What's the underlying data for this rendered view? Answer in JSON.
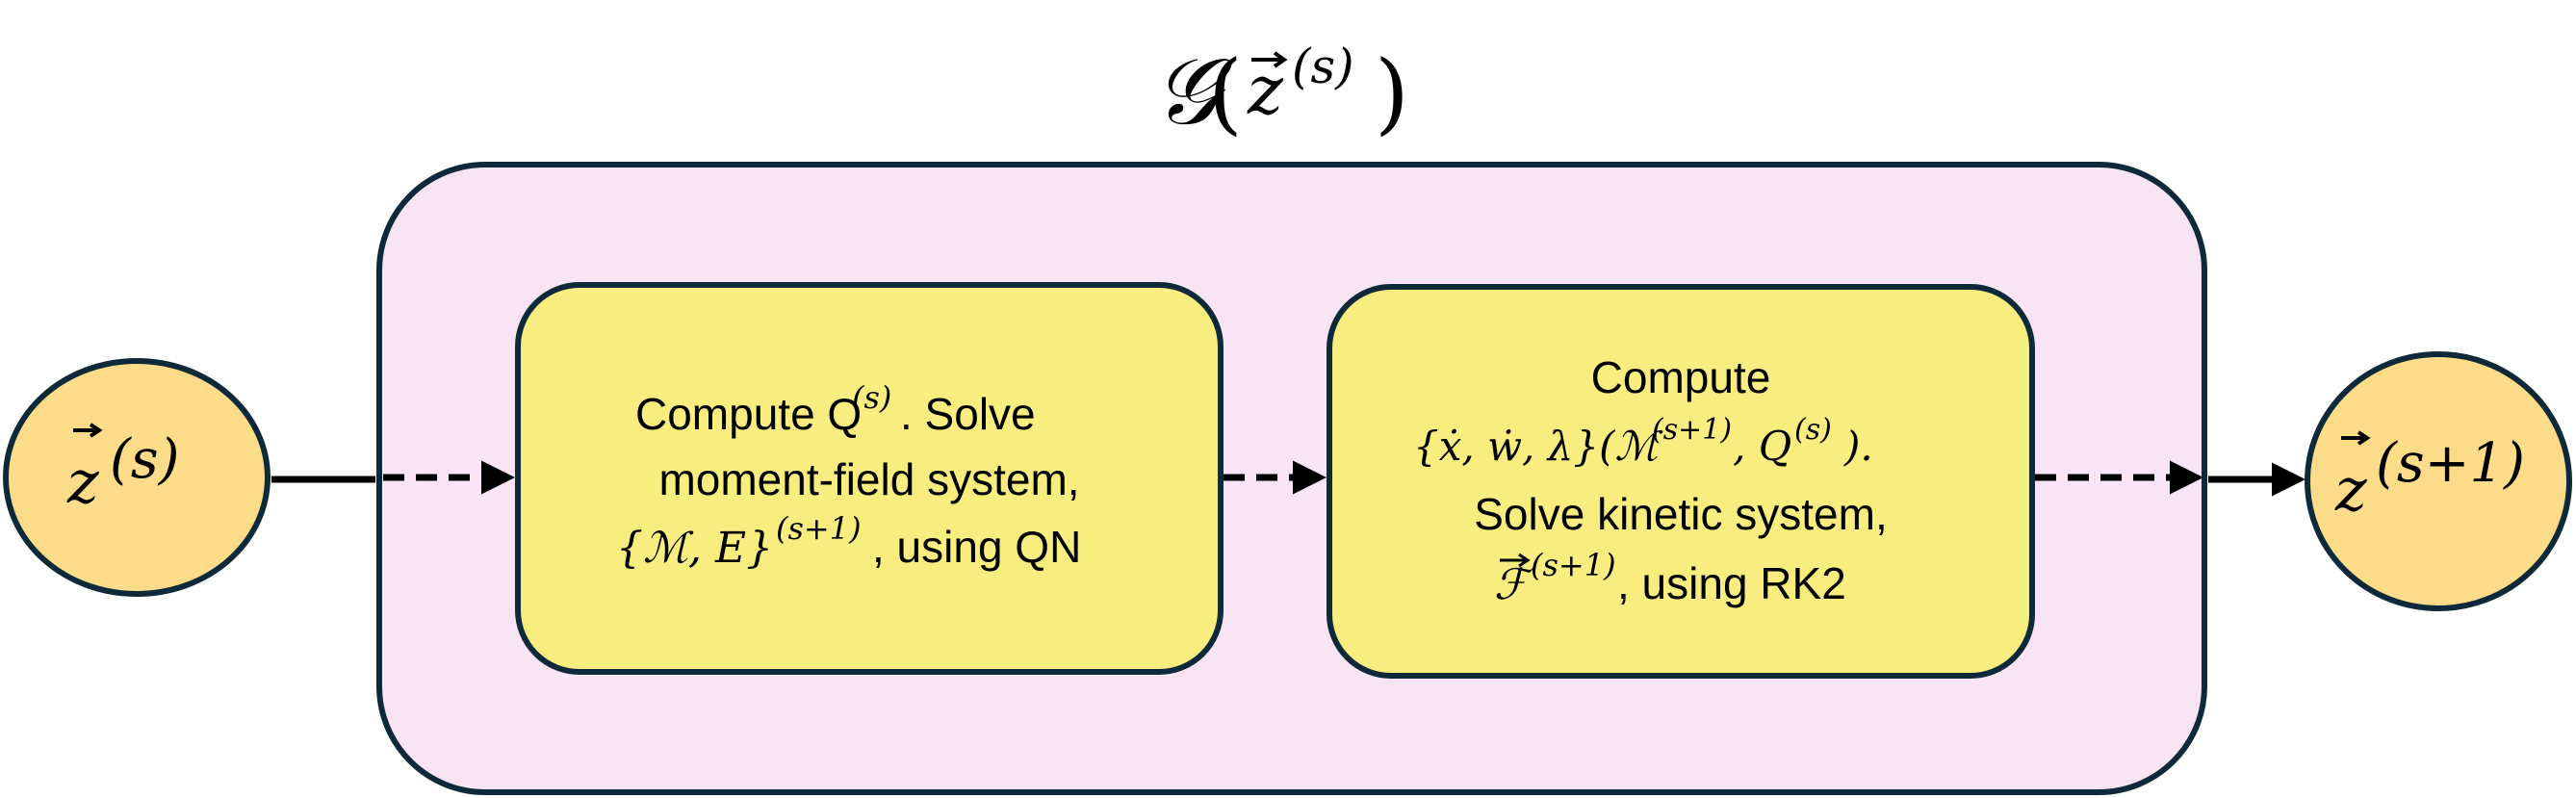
{
  "title": {
    "operator": "𝒢",
    "open": "(",
    "base": "z",
    "sup": "(s)",
    "close": ")"
  },
  "input_node": {
    "base": "z",
    "sup": "(s)"
  },
  "output_node": {
    "base": "z",
    "sup": "(s+1)"
  },
  "step1": {
    "line1_prefix": "Compute Q",
    "line1_sup": "(s)",
    "line1_suffix": ". Solve",
    "line2": "moment-field system,",
    "line3_math": "{ℳ, E}",
    "line3_sup": "(s+1)",
    "line3_suffix": ", using QN"
  },
  "step2": {
    "line1": "Compute",
    "line2_math": "{ẋ, ẇ, λ}(ℳ",
    "line2_sup1": "(s+1)",
    "line2_mid": ", Q",
    "line2_sup2": "(s)",
    "line2_end": ").",
    "line3": "Solve kinetic system,",
    "line4_math": "ℱ",
    "line4_sup": "(s+1)",
    "line4_suffix": ", using RK2"
  },
  "colors": {
    "outer_fill": "#f8e4f4",
    "box_fill": "#f8ee80",
    "node_fill": "#fcdc88",
    "stroke": "#0e2a3a",
    "arrow": "#000000"
  }
}
